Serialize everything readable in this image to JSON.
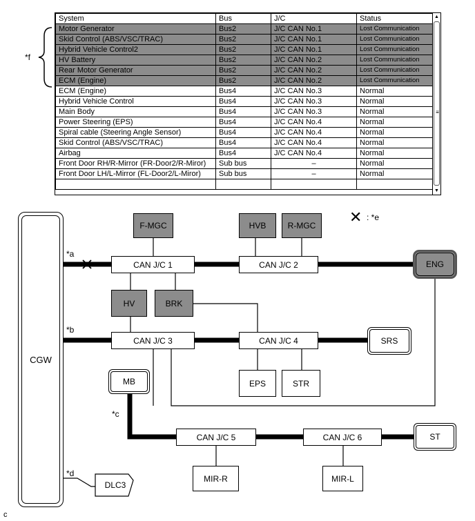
{
  "table": {
    "headers": [
      "System",
      "Bus",
      "J/C",
      "Status"
    ],
    "rows": [
      {
        "system": "Motor Generator",
        "bus": "Bus2",
        "jc": "J/C CAN No.1",
        "status": "Lost Communication",
        "lost": true
      },
      {
        "system": "Skid Control (ABS/VSC/TRAC)",
        "bus": "Bus2",
        "jc": "J/C CAN No.1",
        "status": "Lost Communication",
        "lost": true
      },
      {
        "system": "Hybrid Vehicle Control2",
        "bus": "Bus2",
        "jc": "J/C CAN No.1",
        "status": "Lost Communication",
        "lost": true
      },
      {
        "system": "HV Battery",
        "bus": "Bus2",
        "jc": "J/C CAN No.2",
        "status": "Lost Communication",
        "lost": true
      },
      {
        "system": "Rear Motor Generator",
        "bus": "Bus2",
        "jc": "J/C CAN No.2",
        "status": "Lost Communication",
        "lost": true
      },
      {
        "system": "ECM (Engine)",
        "bus": "Bus2",
        "jc": "J/C CAN No.2",
        "status": "Lost Communication",
        "lost": true
      },
      {
        "system": "ECM (Engine)",
        "bus": "Bus4",
        "jc": "J/C CAN No.3",
        "status": "Normal",
        "lost": false
      },
      {
        "system": "Hybrid Vehicle Control",
        "bus": "Bus4",
        "jc": "J/C CAN No.3",
        "status": "Normal",
        "lost": false
      },
      {
        "system": "Main Body",
        "bus": "Bus4",
        "jc": "J/C CAN No.3",
        "status": "Normal",
        "lost": false
      },
      {
        "system": "Power Steering (EPS)",
        "bus": "Bus4",
        "jc": "J/C CAN No.4",
        "status": "Normal",
        "lost": false
      },
      {
        "system": "Spiral cable (Steering Angle Sensor)",
        "bus": "Bus4",
        "jc": "J/C CAN No.4",
        "status": "Normal",
        "lost": false
      },
      {
        "system": "Skid Control (ABS/VSC/TRAC)",
        "bus": "Bus4",
        "jc": "J/C CAN No.4",
        "status": "Normal",
        "lost": false
      },
      {
        "system": "Airbag",
        "bus": "Bus4",
        "jc": "J/C CAN No.4",
        "status": "Normal",
        "lost": false
      },
      {
        "system": "Front Door RH/R-Mirror (FR-Door2/R-Miror)",
        "bus": "Sub bus",
        "jc": "–",
        "status": "Normal",
        "lost": false
      },
      {
        "system": "Front Door LH/L-Mirror (FL-Door2/L-Miror)",
        "bus": "Sub bus",
        "jc": "–",
        "status": "Normal",
        "lost": false
      },
      {
        "system": "",
        "bus": "",
        "jc": "",
        "status": "",
        "lost": false
      }
    ]
  },
  "labels": {
    "f": "*f",
    "a": "*a",
    "b": "*b",
    "c": "*c",
    "d": "*d",
    "e_legend": ": *e",
    "footer": "c"
  },
  "nodes": {
    "cgw": "CGW",
    "fmgc": "F-MGC",
    "hvb": "HVB",
    "rmgc": "R-MGC",
    "jc1": "CAN J/C 1",
    "jc2": "CAN J/C 2",
    "eng": "ENG",
    "hv": "HV",
    "brk": "BRK",
    "jc3": "CAN J/C 3",
    "jc4": "CAN J/C 4",
    "srs": "SRS",
    "mb": "MB",
    "eps": "EPS",
    "str": "STR",
    "jc5": "CAN J/C 5",
    "jc6": "CAN J/C 6",
    "st": "ST",
    "mirr": "MIR-R",
    "mirl": "MIR-L",
    "dlc3": "DLC3"
  },
  "colors": {
    "lost_fill": "#8c8c8c",
    "line": "#000000"
  }
}
